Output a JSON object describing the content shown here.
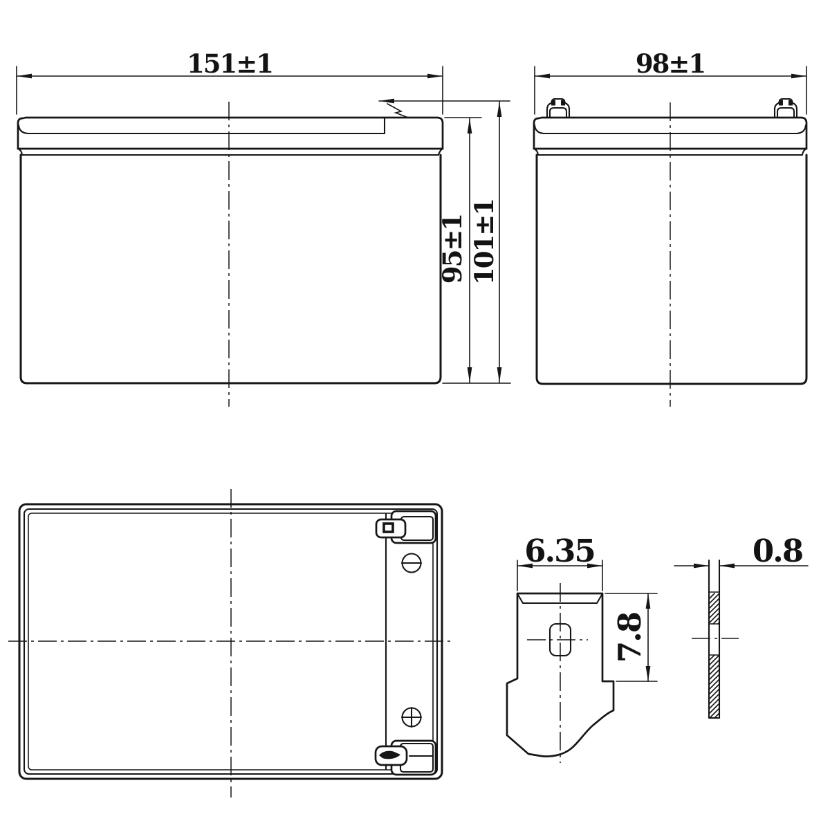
{
  "drawing": {
    "type": "battery-outline-technical-drawing",
    "colors": {
      "ink": "#161616",
      "paper": "#ffffff"
    },
    "dimensions": {
      "front_width": "151±1",
      "side_width": "98±1",
      "case_height": "95±1",
      "total_height": "101±1",
      "terminal_width": "6.35",
      "terminal_height": "7.8",
      "terminal_thickness": "0.8"
    },
    "symbols": {
      "negative_terminal_mark": "minus-circle",
      "positive_terminal_mark": "plus-circle"
    }
  }
}
